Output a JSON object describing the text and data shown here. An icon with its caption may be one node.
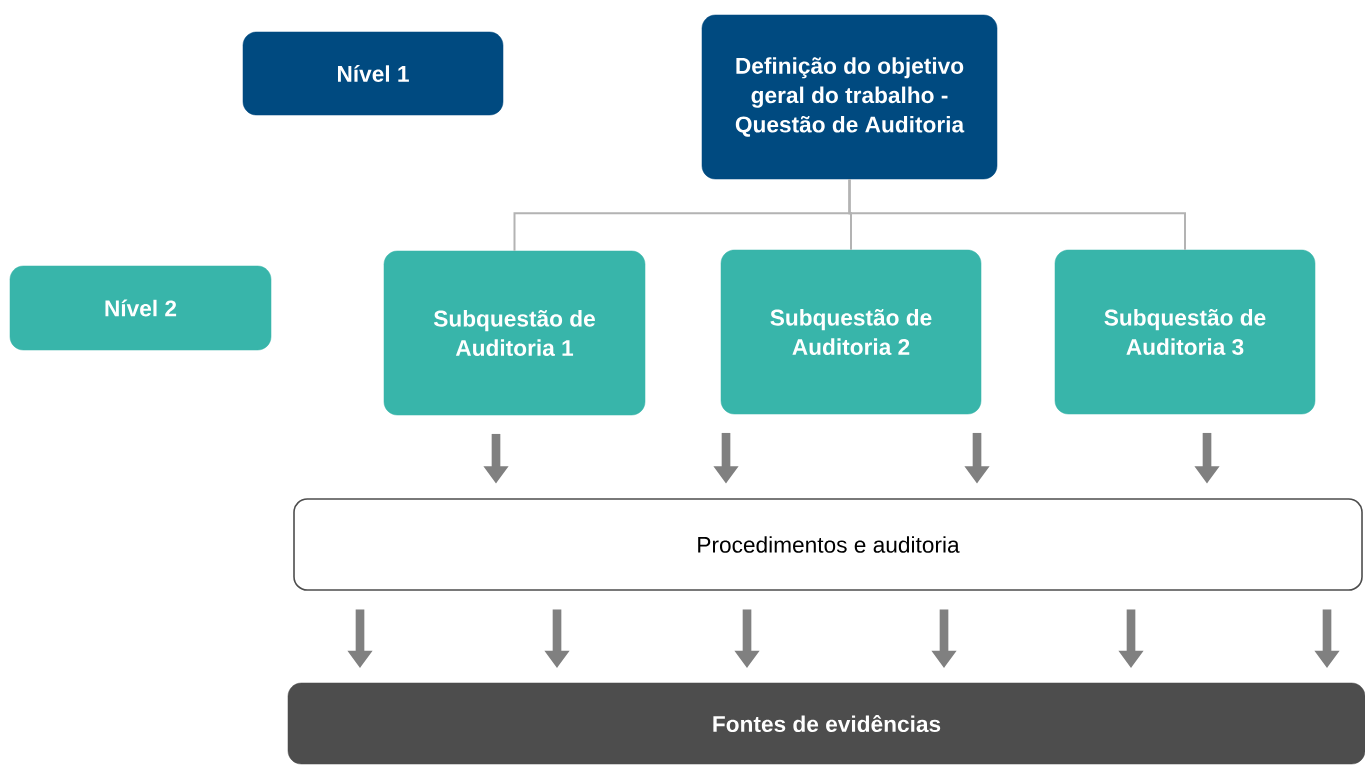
{
  "diagram": {
    "nodes": [
      {
        "text": [
          "Nível 1"
        ]
      },
      {
        "text": [
          "Definição do objetivo geral do trabalho - Questão de Auditoria"
        ]
      },
      {
        "text": [
          "Nível 2"
        ]
      },
      {
        "text": [
          "Subquestão de Auditoria 1"
        ]
      },
      {
        "text": [
          "Subquestão de Auditoria 2"
        ]
      },
      {
        "text": [
          "Subquestão de Auditoria 3"
        ]
      },
      {
        "text": [
          "Procedimentos e auditoria"
        ]
      },
      {
        "text": [
          "Fontes de evidências"
        ]
      }
    ],
    "edges": [
      {
        "from": 1,
        "to": 3,
        "arrow": "none",
        "color": "#b3b3b3"
      },
      {
        "from": 1,
        "to": 4,
        "arrow": "none",
        "color": "#b3b3b3"
      },
      {
        "from": 1,
        "to": 5,
        "arrow": "none",
        "color": "#b3b3b3"
      },
      {
        "from": 3,
        "to": 6,
        "arrow": "to"
      },
      {
        "from": 4,
        "to": 6,
        "arrow": "to"
      },
      {
        "from": 4,
        "to": 6,
        "arrow": "to"
      },
      {
        "from": 5,
        "to": 6,
        "arrow": "to"
      },
      {
        "from": 6,
        "to": 7,
        "arrow": "to"
      },
      {
        "from": 6,
        "to": 7,
        "arrow": "to"
      },
      {
        "from": 6,
        "to": 7,
        "arrow": "to"
      },
      {
        "from": 6,
        "to": 7,
        "arrow": "to"
      },
      {
        "from": 6,
        "to": 7,
        "arrow": "to"
      },
      {
        "from": 6,
        "to": 7,
        "arrow": "to"
      }
    ]
  }
}
